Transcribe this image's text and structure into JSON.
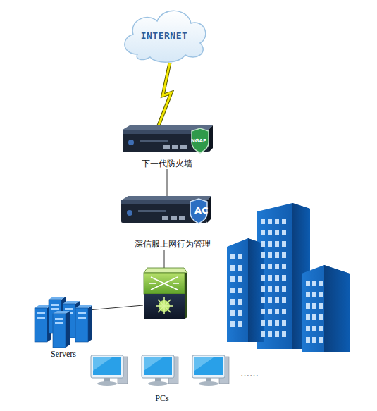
{
  "diagram": {
    "nodes": [
      {
        "text": [
          "INTERNET"
        ]
      },
      {
        "text": [
          "下一代防火墙"
        ]
      },
      {
        "text": [
          "深信服上网行为管理"
        ]
      },
      {
        "text": [
          "Servers"
        ]
      },
      {
        "text": [
          "PCs"
        ]
      }
    ],
    "edges": [
      {
        "from": 0,
        "to": 1,
        "arrow": "none"
      },
      {
        "from": 1,
        "to": 2,
        "arrow": "none"
      }
    ],
    "labels": [
      "NGAF",
      "AC",
      "……"
    ]
  }
}
